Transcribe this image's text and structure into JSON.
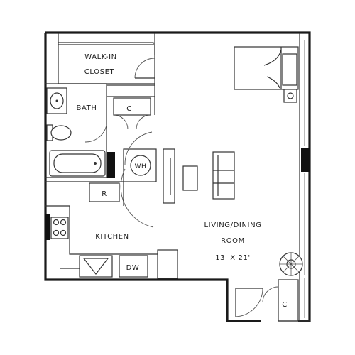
{
  "plan": {
    "rooms": {
      "walk_in_closet_line1": "WALK-IN",
      "walk_in_closet_line2": "CLOSET",
      "bath": "BATH",
      "closet_c": "C",
      "water_heater": "WH",
      "refrigerator": "R",
      "kitchen": "KITCHEN",
      "dishwasher": "DW",
      "living_line1": "LIVING/DINING",
      "living_line2": "ROOM",
      "living_dims": "13' X 21'",
      "entry_closet_c": "C"
    },
    "icons": [
      "bed-icon",
      "nightstand-icon",
      "toilet-icon",
      "sink-icon",
      "bathtub-icon",
      "stove-icon",
      "kitchen-sink-icon",
      "sofa-icon",
      "coffee-table-icon",
      "tv-console-icon",
      "plant-icon",
      "door-swing-icon"
    ],
    "colors": {
      "ink": "#1a1a1a",
      "fill": "#111111",
      "background": "#ffffff"
    }
  }
}
